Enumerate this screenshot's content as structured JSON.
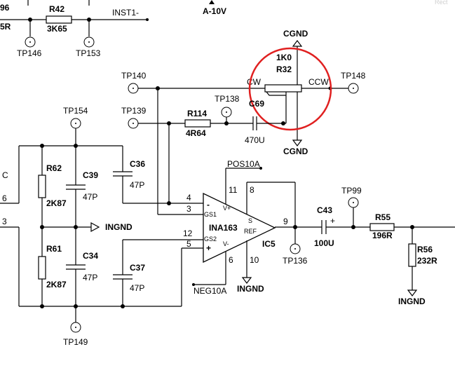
{
  "labels": {
    "r96_top": "96",
    "r96_val": "5R",
    "r42_ref": "R42",
    "r42_val": "3K65",
    "inst1": "INST1-",
    "a10v": "A-10V",
    "tp146": "TP146",
    "tp153": "TP153",
    "corner_faint": "Rect",
    "cgnd_top": "CGND",
    "r32_val": "1K0",
    "r32_ref": "R32",
    "cw": "CW",
    "ccw": "CCW",
    "tp140": "TP140",
    "tp148": "TP148",
    "tp138": "TP138",
    "c69_ref": "C69",
    "c69_val": "470U",
    "tp154": "TP154",
    "tp139": "TP139",
    "r114_ref": "R114",
    "r114_val": "4R64",
    "cgnd_bottom": "CGND",
    "left_c": "C",
    "left_6": "6",
    "left_3": "3",
    "r62_ref": "R62",
    "r62_val": "2K87",
    "c39_ref": "C39",
    "c39_val": "47P",
    "c36_ref": "C36",
    "c36_val": "47P",
    "ingnd_mid": "INGND",
    "pos10a": "POS10A",
    "pin11": "11",
    "pin8": "8",
    "pin4": "4",
    "pin3": "3",
    "pin12": "12",
    "pin5": "5",
    "pin9": "9",
    "pin6": "6",
    "pin10": "10",
    "minus": "-",
    "plus": "+",
    "gs1": "GS1",
    "gs2": "GS2",
    "vplus": "V+",
    "vminus": "V-",
    "s_pin": "S",
    "ref_pin": "REF",
    "ina163": "INA163",
    "ic5": "IC5",
    "neg10a": "NEG10A",
    "ingnd_ic": "INGND",
    "r61_ref": "R61",
    "r61_val": "2K87",
    "c34_ref": "C34",
    "c34_val": "47P",
    "c37_ref": "C37",
    "c37_val": "47P",
    "tp149": "TP149",
    "tp136": "TP136",
    "c43_ref": "C43",
    "c43_val": "100U",
    "c43_plus": "+",
    "tp99": "TP99",
    "r55_ref": "R55",
    "r55_val": "196R",
    "r56_ref": "R56",
    "r56_val": "232R",
    "ingnd_right": "INGND"
  },
  "colors": {
    "wire": "#000000",
    "highlight_circle": "#e02020",
    "background": "#ffffff"
  }
}
